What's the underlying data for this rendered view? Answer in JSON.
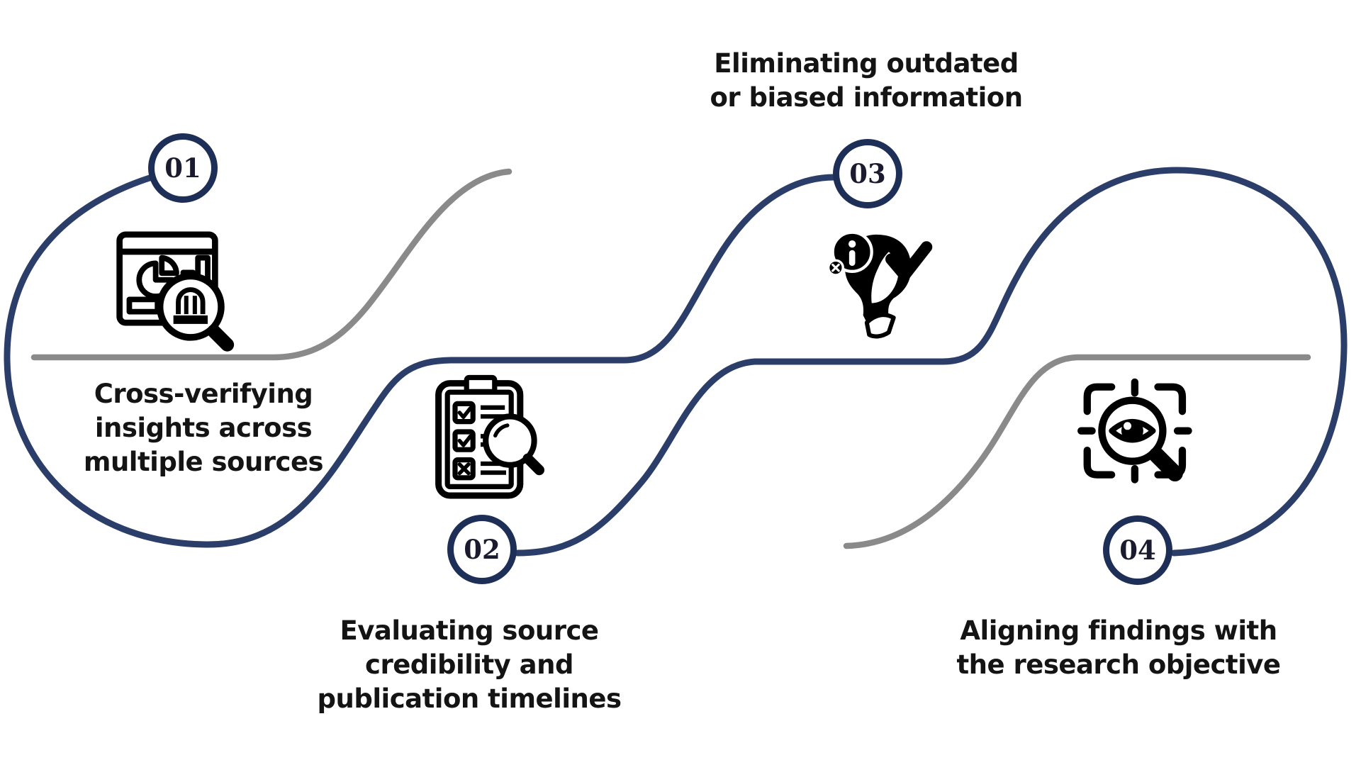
{
  "diagram": {
    "type": "process-flow-infographic",
    "colors": {
      "navy_line": "#2b3e6a",
      "navy_ring": "#1e2f57",
      "gray_line": "#8a8a8a",
      "text": "#141414",
      "icon": "#000000",
      "number_text": "#1b1b2f",
      "background": "#ffffff"
    },
    "steps": [
      {
        "number": "01",
        "icon": "dashboard-analytics-magnifier",
        "title_lines": [
          "Cross-verifying",
          "insights across",
          "multiple sources"
        ]
      },
      {
        "number": "02",
        "icon": "checklist-magnifier",
        "title_lines": [
          "Evaluating source",
          "credibility and",
          "publication timelines"
        ]
      },
      {
        "number": "03",
        "icon": "person-information-check",
        "title_lines": [
          "Eliminating outdated",
          "or biased information"
        ]
      },
      {
        "number": "04",
        "icon": "eye-focus-magnifier",
        "title_lines": [
          "Aligning findings with",
          "the research objective"
        ]
      }
    ]
  }
}
